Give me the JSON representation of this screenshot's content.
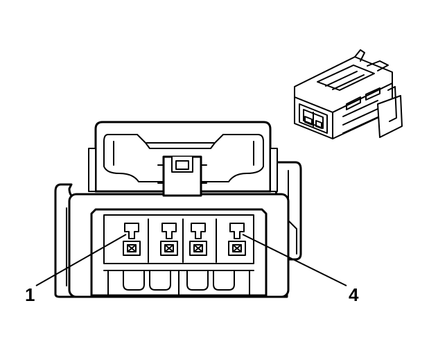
{
  "callouts": [
    {
      "id": "pin-1",
      "text": "1"
    },
    {
      "id": "pin-4",
      "text": "4"
    }
  ]
}
